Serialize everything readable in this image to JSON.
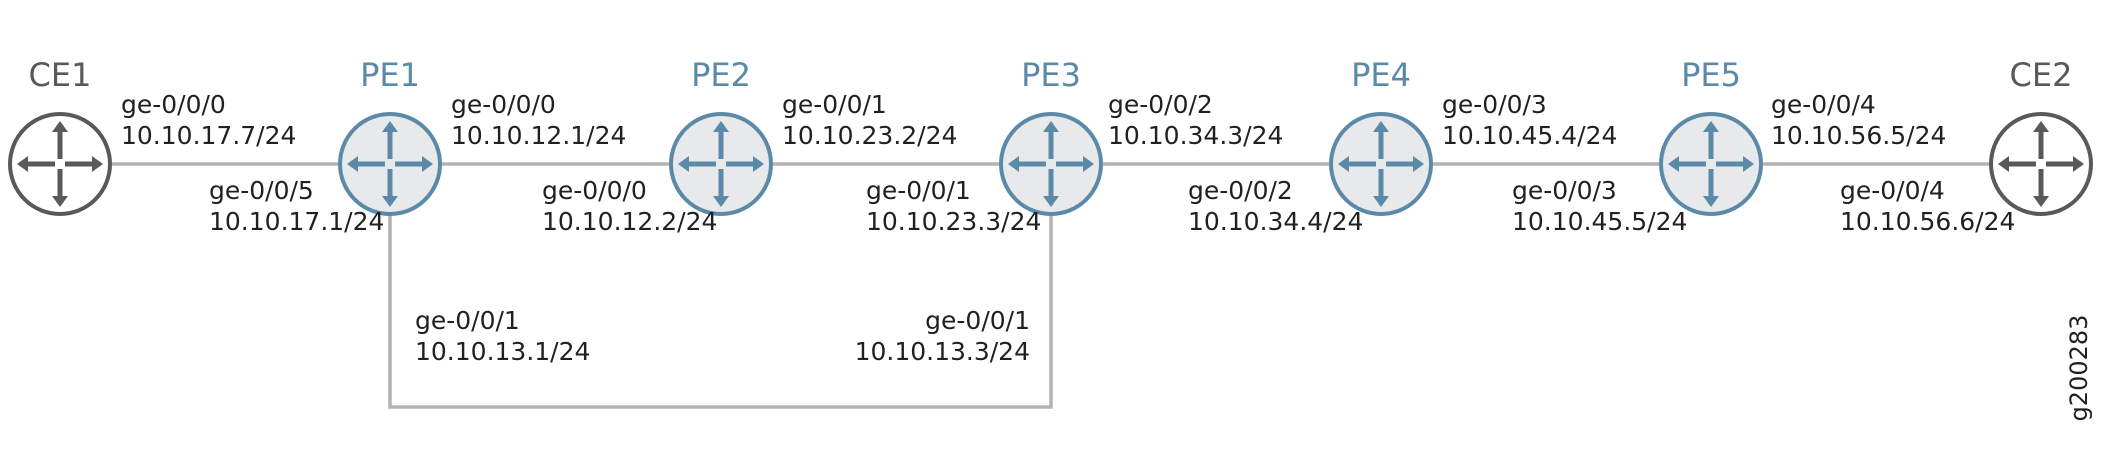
{
  "colors": {
    "pe_stroke": "#5a8aa8",
    "pe_fill": "#e8e9eb",
    "pe_label": "#5a8aa8",
    "ce_stroke": "#58595b",
    "ce_fill": "#ffffff",
    "ce_label": "#58595b",
    "link": "#b3b3b3",
    "text": "#231f20"
  },
  "icons": {
    "router": "router-arrows-icon"
  },
  "nodes": [
    {
      "id": "CE1",
      "label": "CE1",
      "kind": "ce"
    },
    {
      "id": "PE1",
      "label": "PE1",
      "kind": "pe"
    },
    {
      "id": "PE2",
      "label": "PE2",
      "kind": "pe"
    },
    {
      "id": "PE3",
      "label": "PE3",
      "kind": "pe"
    },
    {
      "id": "PE4",
      "label": "PE4",
      "kind": "pe"
    },
    {
      "id": "PE5",
      "label": "PE5",
      "kind": "pe"
    },
    {
      "id": "CE2",
      "label": "CE2",
      "kind": "ce"
    }
  ],
  "links": [
    {
      "a": "CE1",
      "b": "PE1",
      "a_if": "ge-0/0/0",
      "a_ip": "10.10.17.7/24",
      "b_if": "ge-0/0/5",
      "b_ip": "10.10.17.1/24"
    },
    {
      "a": "PE1",
      "b": "PE2",
      "a_if": "ge-0/0/0",
      "a_ip": "10.10.12.1/24",
      "b_if": "ge-0/0/0",
      "b_ip": "10.10.12.2/24"
    },
    {
      "a": "PE2",
      "b": "PE3",
      "a_if": "ge-0/0/1",
      "a_ip": "10.10.23.2/24",
      "b_if": "ge-0/0/1",
      "b_ip": "10.10.23.3/24"
    },
    {
      "a": "PE3",
      "b": "PE4",
      "a_if": "ge-0/0/2",
      "a_ip": "10.10.34.3/24",
      "b_if": "ge-0/0/2",
      "b_ip": "10.10.34.4/24"
    },
    {
      "a": "PE4",
      "b": "PE5",
      "a_if": "ge-0/0/3",
      "a_ip": "10.10.45.4/24",
      "b_if": "ge-0/0/3",
      "b_ip": "10.10.45.5/24"
    },
    {
      "a": "PE5",
      "b": "CE2",
      "a_if": "ge-0/0/4",
      "a_ip": "10.10.56.5/24",
      "b_if": "ge-0/0/4",
      "b_ip": "10.10.56.6/24"
    },
    {
      "a": "PE1",
      "b": "PE3",
      "a_if": "ge-0/0/1",
      "a_ip": "10.10.13.1/24",
      "b_if": "ge-0/0/1",
      "b_ip": "10.10.13.3/24"
    }
  ],
  "figure_id": "g200283"
}
